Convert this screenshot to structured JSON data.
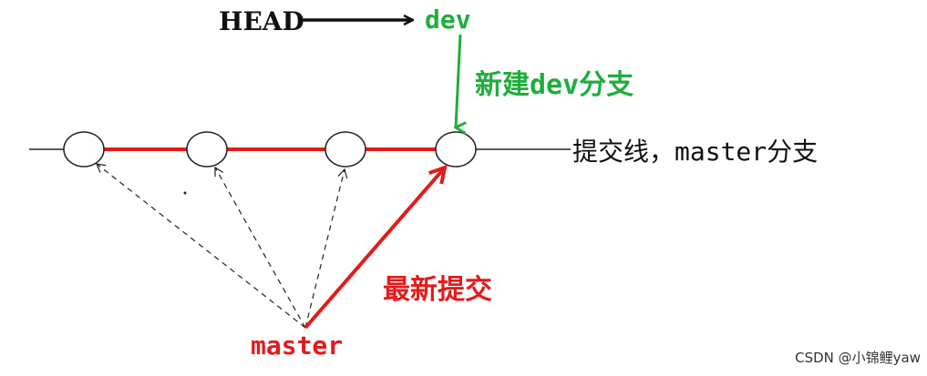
{
  "labels": {
    "head": "HEAD",
    "dev": "dev",
    "new_branch": "新建dev分支",
    "commit_line": "提交线，master分支",
    "latest_commit": "最新提交",
    "master": "master",
    "watermark": "CSDN @小锦鲤yaw"
  },
  "colors": {
    "black": "#111111",
    "green": "#1fae3c",
    "red": "#e31b1b",
    "gray": "#8a8a8a",
    "dark_gray": "#333333"
  }
}
